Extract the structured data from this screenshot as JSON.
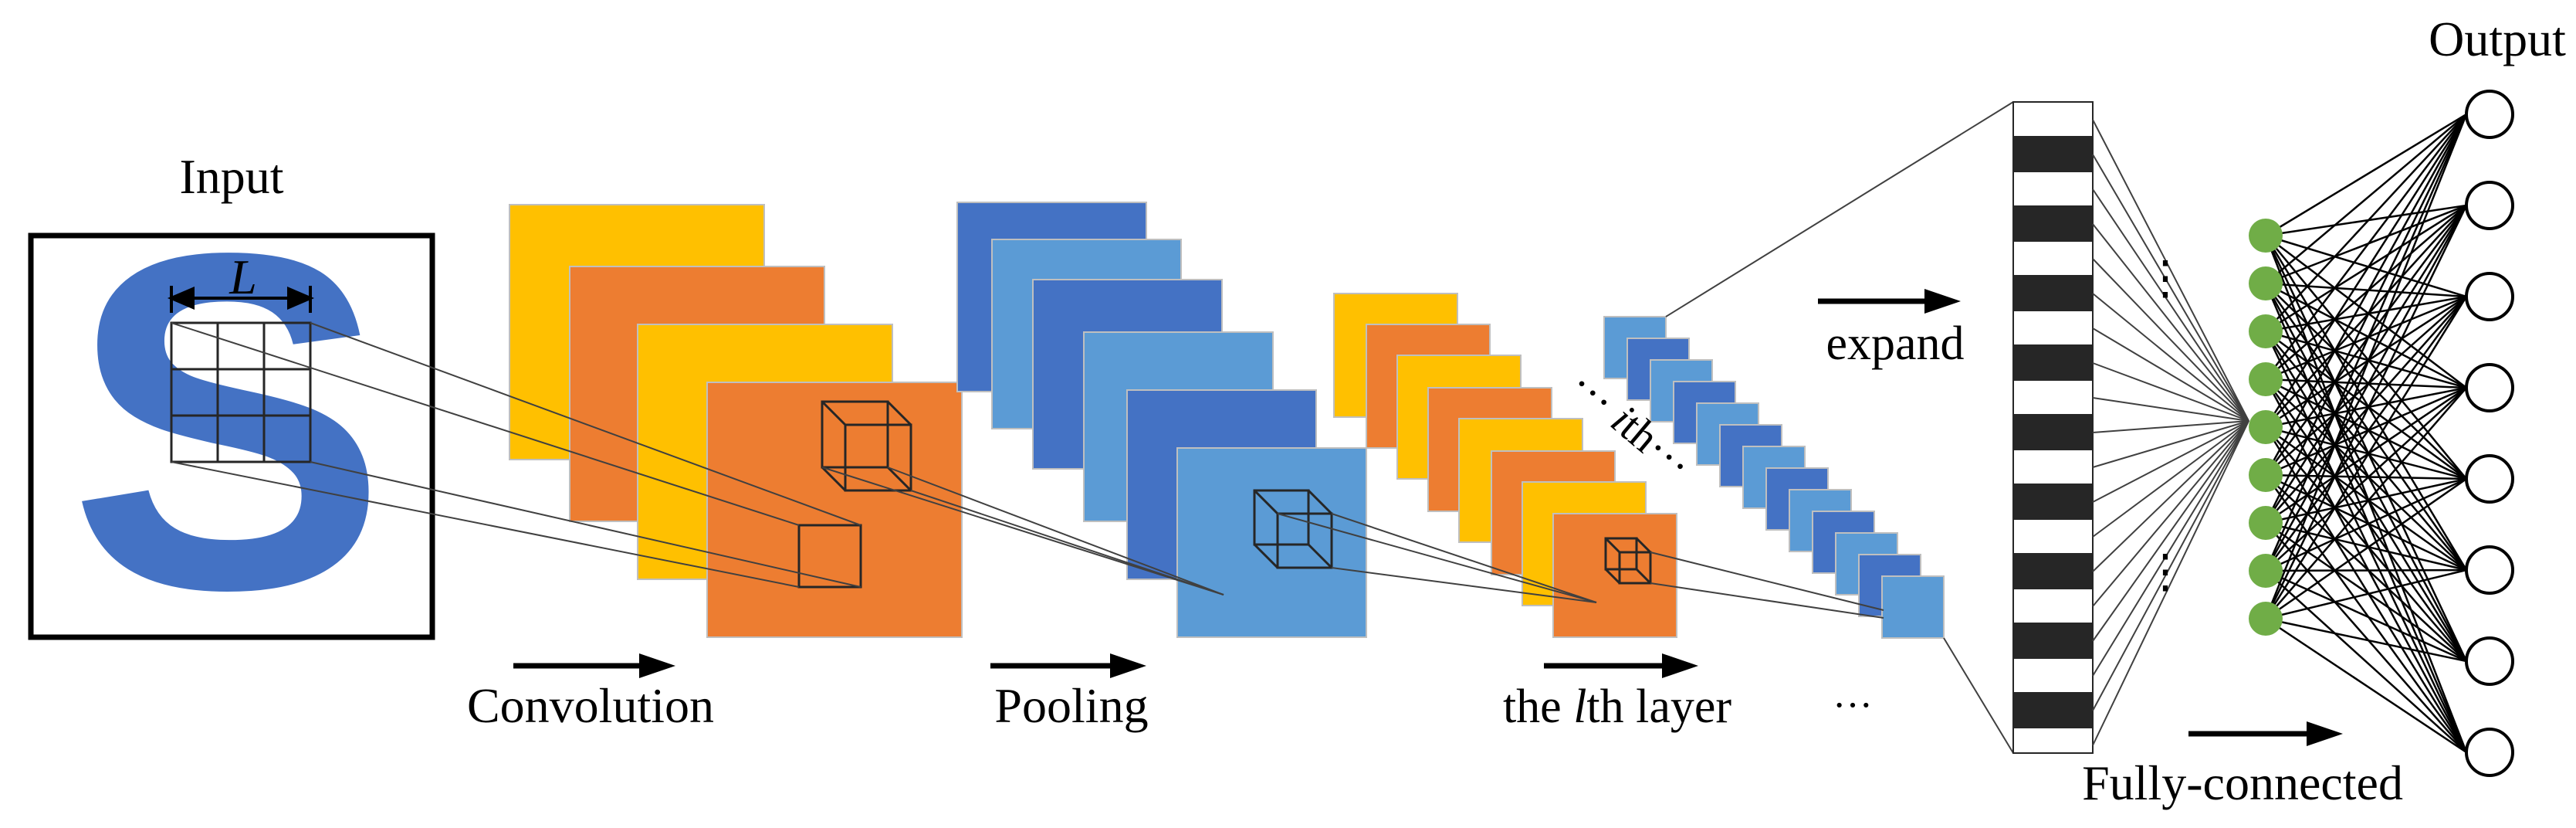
{
  "labels": {
    "input": "Input",
    "kernel_size": "L",
    "convolution": "Convolution",
    "pooling": "Pooling",
    "layer_prefix": "the ",
    "layer_l": "l",
    "layer_suffix": "th layer",
    "ith_prefix": "··· ",
    "ith_i": "i",
    "ith_suffix": "th···",
    "ellipsis": "···",
    "vdots": "⋮",
    "expand": "expand",
    "output": "Output",
    "fully_connected": "Fully-connected",
    "input_glyph": "S"
  },
  "colors": {
    "yellow": "#FFC000",
    "orange": "#ED7D31",
    "dark_blue": "#4472C4",
    "light_blue": "#5B9BD5",
    "green": "#70AD47",
    "black": "#262626",
    "white": "#ffffff"
  }
}
